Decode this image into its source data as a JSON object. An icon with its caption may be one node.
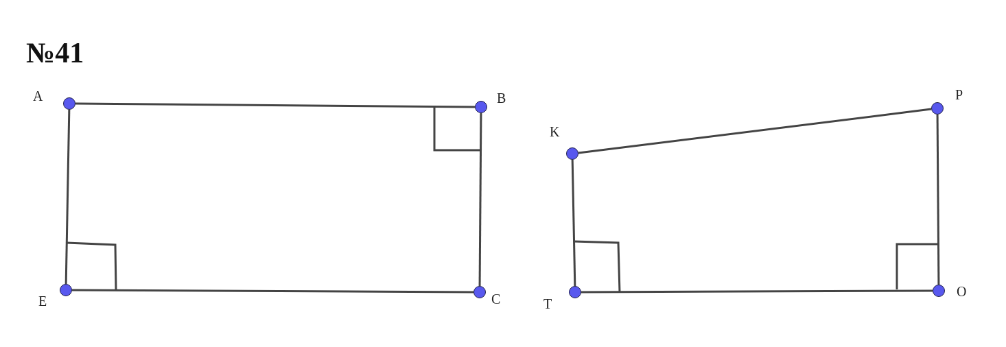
{
  "diagram": {
    "title": "№41",
    "nodes": [
      {
        "text": [],
        "shape": "circle",
        "beside": [
          "A"
        ]
      },
      {
        "text": [],
        "shape": "circle",
        "beside": [
          "B"
        ]
      },
      {
        "text": [],
        "shape": "circle",
        "beside": [
          "C"
        ]
      },
      {
        "text": [],
        "shape": "circle",
        "beside": [
          "E"
        ]
      },
      {
        "text": [],
        "shape": "circle",
        "beside": [
          "K"
        ]
      },
      {
        "text": [],
        "shape": "circle",
        "beside": [
          "P"
        ]
      },
      {
        "text": [],
        "shape": "circle",
        "beside": [
          "O"
        ]
      },
      {
        "text": [],
        "shape": "circle",
        "beside": [
          "T"
        ]
      }
    ],
    "edges": [
      {
        "from": 0,
        "to": 1,
        "arrow": "none"
      },
      {
        "from": 1,
        "to": 2,
        "arrow": "none"
      },
      {
        "from": 2,
        "to": 3,
        "arrow": "none"
      },
      {
        "from": 3,
        "to": 0,
        "arrow": "none"
      },
      {
        "from": 4,
        "to": 5,
        "arrow": "none"
      },
      {
        "from": 5,
        "to": 6,
        "arrow": "none"
      },
      {
        "from": 6,
        "to": 7,
        "arrow": "none"
      },
      {
        "from": 7,
        "to": 4,
        "arrow": "none"
      }
    ]
  }
}
